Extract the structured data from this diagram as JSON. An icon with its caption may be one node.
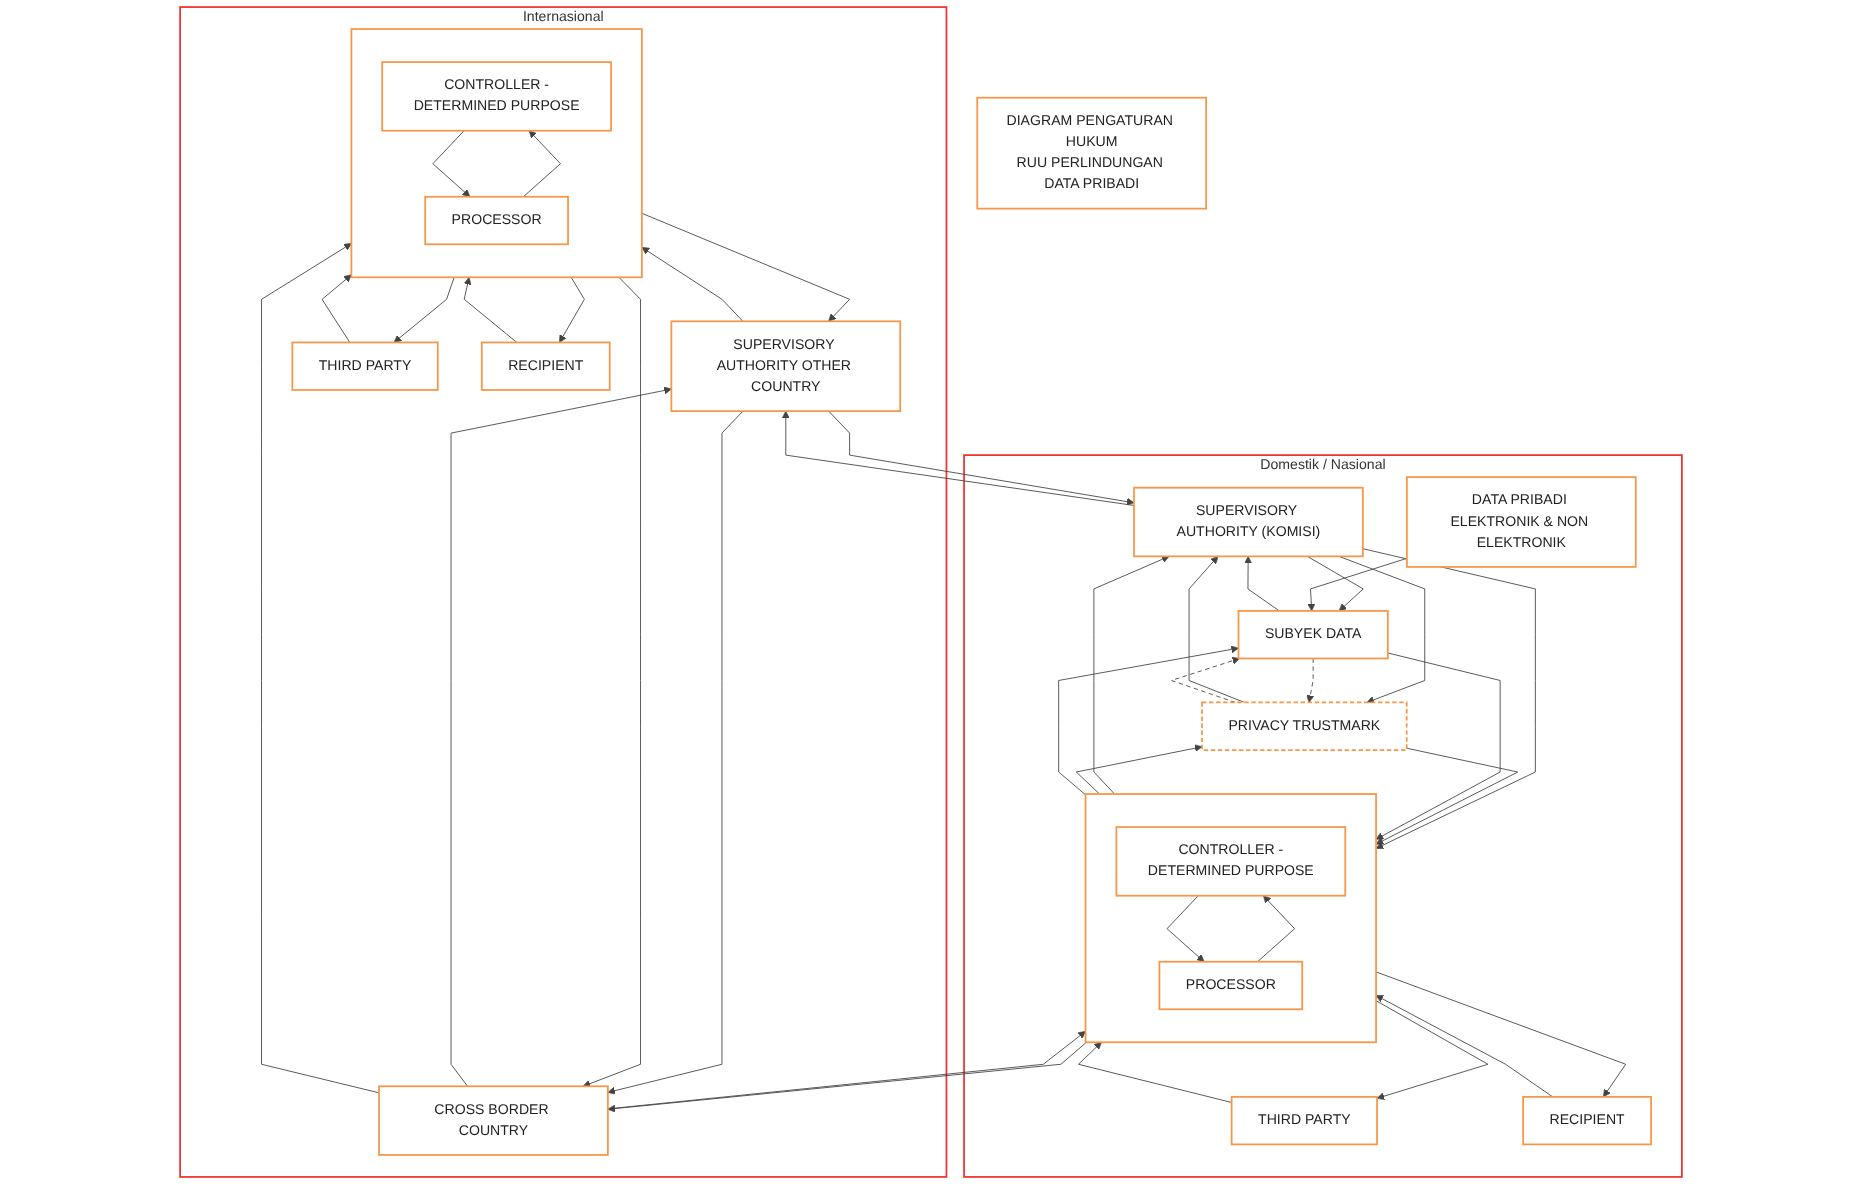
{
  "diagram": {
    "nodes": [
      {
        "text": [
          "DIAGRAM PENGATURAN HUKUM",
          "RUU PERLINDUNGAN DATA PRIBADI"
        ]
      },
      {
        "text": [
          "Domestik / Nasional"
        ]
      },
      {
        "text": [
          "SUPERVISORY AUTHORITY (KOMISI)"
        ],
        "in": 1
      },
      {
        "text": [
          "DATA PRIBADI ELEKTRONIK & NON ELEKTRONIK"
        ],
        "in": 1
      },
      {
        "text": [
          "PRIVACY TRUSTMARK"
        ],
        "in": 1
      },
      {
        "text": [
          "SUBYEK DATA"
        ],
        "in": 1
      },
      {
        "text": [],
        "shape": "box",
        "in": 1
      },
      {
        "text": [
          "CONTROLLER -DETERMINED PURPOSE"
        ],
        "in": 6
      },
      {
        "text": [
          "PROCESSOR"
        ],
        "in": 6
      },
      {
        "text": [
          "THIRD PARTY"
        ],
        "in": 1
      },
      {
        "text": [
          "RECIPIENT"
        ],
        "in": 1
      },
      {
        "text": [
          "Internasional"
        ]
      },
      {
        "text": [
          "SUPERVISORY AUTHORITY OTHER COUNTRY"
        ],
        "in": 11
      },
      {
        "text": [
          "CROSS BORDER COUNTRY"
        ],
        "in": 11
      },
      {
        "text": [],
        "shape": "box",
        "in": 11
      },
      {
        "text": [
          "CONTROLLER -DETERMINED PURPOSE"
        ],
        "in": 14
      },
      {
        "text": [
          "PROCESSOR"
        ],
        "in": 14
      },
      {
        "text": [
          "THIRD PARTY"
        ],
        "in": 11
      },
      {
        "text": [
          "RECIPIENT"
        ],
        "in": 11
      }
    ],
    "edges": [
      {
        "from": 2,
        "to": 12,
        "arrow": "to"
      },
      {
        "from": 12,
        "to": 2,
        "arrow": "to"
      },
      {
        "from": 5,
        "to": 2,
        "arrow": "to"
      },
      {
        "from": 2,
        "to": 5,
        "arrow": "to"
      },
      {
        "from": 2,
        "to": 6,
        "arrow": "to"
      },
      {
        "from": 6,
        "to": 2,
        "arrow": "to"
      },
      {
        "from": 4,
        "to": 2,
        "arrow": "to"
      },
      {
        "from": 2,
        "to": 4,
        "arrow": "to"
      },
      {
        "from": 3,
        "to": 5,
        "arrow": "to"
      },
      {
        "from": 6,
        "to": 4,
        "arrow": "to"
      },
      {
        "from": 4,
        "to": 6,
        "arrow": "to"
      },
      {
        "from": 4,
        "to": 5,
        "arrow": "to",
        "style": "dashed"
      },
      {
        "from": 5,
        "to": 4,
        "arrow": "to",
        "style": "dashed"
      },
      {
        "from": 5,
        "to": 6,
        "arrow": "to"
      },
      {
        "from": 6,
        "to": 5,
        "arrow": "to"
      },
      {
        "from": 7,
        "to": 8,
        "arrow": "to"
      },
      {
        "from": 8,
        "to": 7,
        "arrow": "to"
      },
      {
        "from": 9,
        "to": 6,
        "arrow": "to"
      },
      {
        "from": 6,
        "to": 9,
        "arrow": "to"
      },
      {
        "from": 10,
        "to": 6,
        "arrow": "to"
      },
      {
        "from": 6,
        "to": 10,
        "arrow": "to"
      },
      {
        "from": 6,
        "to": 13,
        "arrow": "to"
      },
      {
        "from": 13,
        "to": 6,
        "arrow": "to"
      },
      {
        "from": 12,
        "to": 13,
        "arrow": "to"
      },
      {
        "from": 13,
        "to": 12,
        "arrow": "to"
      },
      {
        "from": 12,
        "to": 14,
        "arrow": "to"
      },
      {
        "from": 14,
        "to": 12,
        "arrow": "to"
      },
      {
        "from": 14,
        "to": 13,
        "arrow": "to"
      },
      {
        "from": 13,
        "to": 14,
        "arrow": "to"
      },
      {
        "from": 15,
        "to": 16,
        "arrow": "to"
      },
      {
        "from": 16,
        "to": 15,
        "arrow": "to"
      },
      {
        "from": 17,
        "to": 14,
        "arrow": "to"
      },
      {
        "from": 14,
        "to": 17,
        "arrow": "to"
      },
      {
        "from": 18,
        "to": 14,
        "arrow": "to"
      },
      {
        "from": 14,
        "to": 18,
        "arrow": "to"
      }
    ]
  }
}
